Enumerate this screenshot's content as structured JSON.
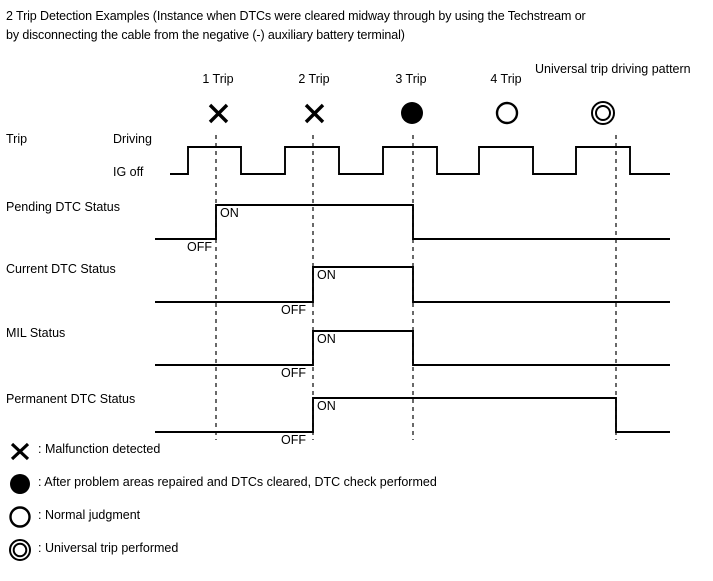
{
  "title": {
    "line1": "2 Trip Detection Examples (Instance when DTCs were cleared midway through by using the Techstream or",
    "line2": "by disconnecting the cable from the negative (-) auxiliary battery terminal)"
  },
  "trip_headers": [
    {
      "label": "1 Trip",
      "marker": "cross-marker",
      "x": 218
    },
    {
      "label": "2 Trip",
      "marker": "cross-marker",
      "x": 314
    },
    {
      "label": "3 Trip",
      "marker": "filled-circle-marker",
      "x": 411
    },
    {
      "label": "4 Trip",
      "marker": "open-circle-marker",
      "x": 506
    },
    {
      "label": "",
      "marker": "double-circle-marker",
      "x": 603
    }
  ],
  "universal_label": "Universal trip driving pattern",
  "rows": [
    {
      "name": "trip",
      "label": "Trip",
      "high_label": "Driving",
      "low_label": "IG off",
      "on_label": "",
      "off_label": ""
    },
    {
      "name": "pending-dtc-status",
      "label": "Pending DTC Status",
      "high_label": "",
      "low_label": "",
      "on_label": "ON",
      "off_label": "OFF"
    },
    {
      "name": "current-dtc-status",
      "label": "Current DTC Status",
      "high_label": "",
      "low_label": "",
      "on_label": "ON",
      "off_label": "OFF"
    },
    {
      "name": "mil-status",
      "label": "MIL Status",
      "high_label": "",
      "low_label": "",
      "on_label": "ON",
      "off_label": "OFF"
    },
    {
      "name": "permanent-dtc-status",
      "label": "Permanent DTC Status",
      "high_label": "",
      "low_label": "",
      "on_label": "ON",
      "off_label": "OFF"
    }
  ],
  "legend": [
    {
      "glyph": "cross-marker",
      "text": ": Malfunction detected"
    },
    {
      "glyph": "filled-circle-marker",
      "text": ": After problem areas repaired and DTCs cleared, DTC check performed"
    },
    {
      "glyph": "open-circle-marker",
      "text": ": Normal judgment"
    },
    {
      "glyph": "double-circle-marker",
      "text": ": Universal trip performed"
    }
  ],
  "colors": {
    "line": "#000000",
    "dashed_guide": "#444444",
    "background": "#ffffff"
  },
  "chart_data": {
    "type": "line",
    "title": "2 Trip Detection Examples",
    "xlabel": "",
    "ylabel": "",
    "x_axis_start": 170,
    "x_axis_end": 670,
    "guide_lines_x": [
      216,
      313,
      413,
      616
    ],
    "series": [
      {
        "name": "Trip",
        "levels": [
          "IG off",
          "Driving"
        ],
        "y_high": 147,
        "y_low": 174,
        "segments": [
          {
            "state": "IG off",
            "x1": 170,
            "x2": 188
          },
          {
            "state": "Driving",
            "x1": 188,
            "x2": 241
          },
          {
            "state": "IG off",
            "x1": 241,
            "x2": 285
          },
          {
            "state": "Driving",
            "x1": 285,
            "x2": 339
          },
          {
            "state": "IG off",
            "x1": 339,
            "x2": 383
          },
          {
            "state": "Driving",
            "x1": 383,
            "x2": 437
          },
          {
            "state": "IG off",
            "x1": 437,
            "x2": 479
          },
          {
            "state": "Driving",
            "x1": 479,
            "x2": 533
          },
          {
            "state": "IG off",
            "x1": 533,
            "x2": 576
          },
          {
            "state": "Driving",
            "x1": 576,
            "x2": 630
          },
          {
            "state": "IG off",
            "x1": 630,
            "x2": 670
          }
        ]
      },
      {
        "name": "Pending DTC Status",
        "levels": [
          "OFF",
          "ON"
        ],
        "y_high": 205,
        "y_low": 239,
        "segments": [
          {
            "state": "OFF",
            "x1": 155,
            "x2": 216
          },
          {
            "state": "ON",
            "x1": 216,
            "x2": 413
          },
          {
            "state": "OFF",
            "x1": 413,
            "x2": 670
          }
        ]
      },
      {
        "name": "Current DTC Status",
        "levels": [
          "OFF",
          "ON"
        ],
        "y_high": 267,
        "y_low": 302,
        "segments": [
          {
            "state": "OFF",
            "x1": 155,
            "x2": 313
          },
          {
            "state": "ON",
            "x1": 313,
            "x2": 413
          },
          {
            "state": "OFF",
            "x1": 413,
            "x2": 670
          }
        ]
      },
      {
        "name": "MIL Status",
        "levels": [
          "OFF",
          "ON"
        ],
        "y_high": 331,
        "y_low": 365,
        "segments": [
          {
            "state": "OFF",
            "x1": 155,
            "x2": 313
          },
          {
            "state": "ON",
            "x1": 313,
            "x2": 413
          },
          {
            "state": "OFF",
            "x1": 413,
            "x2": 670
          }
        ]
      },
      {
        "name": "Permanent DTC Status",
        "levels": [
          "OFF",
          "ON"
        ],
        "y_high": 398,
        "y_low": 432,
        "segments": [
          {
            "state": "OFF",
            "x1": 155,
            "x2": 313
          },
          {
            "state": "ON",
            "x1": 313,
            "x2": 616
          },
          {
            "state": "OFF",
            "x1": 616,
            "x2": 670
          }
        ]
      }
    ]
  }
}
